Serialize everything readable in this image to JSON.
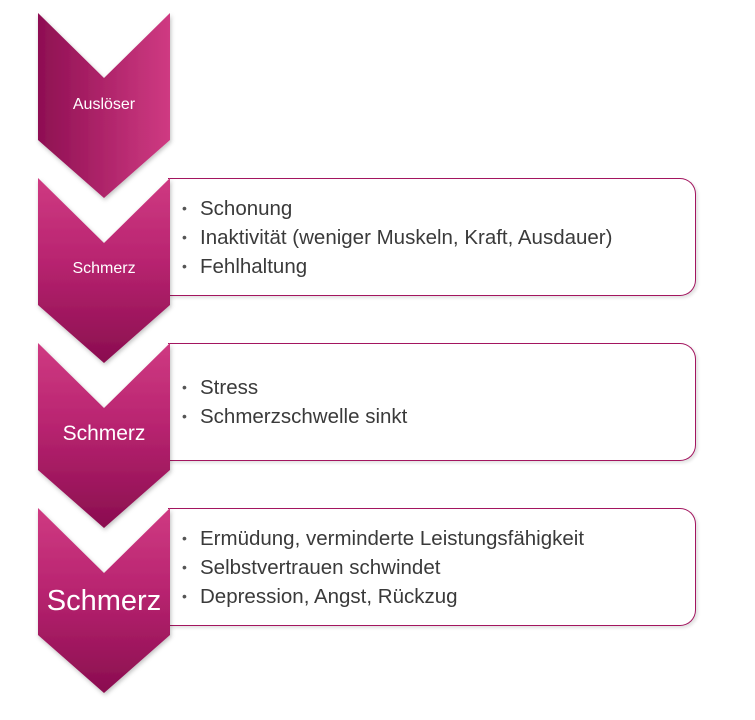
{
  "diagram": {
    "type": "vertical-chevron-process",
    "colors": {
      "chevron_light": "#cf3a82",
      "chevron_dark": "#8e0f52",
      "box_border": "#a3155f",
      "text": "#3a3a3a"
    },
    "steps": [
      {
        "label": "Auslöser",
        "items": []
      },
      {
        "label": "Schmerz",
        "items": [
          "Schonung",
          "Inaktivität (weniger Muskeln, Kraft, Ausdauer)",
          "Fehlhaltung"
        ]
      },
      {
        "label": "Schmerz",
        "items": [
          "Stress",
          "Schmerzschwelle sinkt"
        ]
      },
      {
        "label": "Schmerz",
        "items": [
          "Ermüdung, verminderte Leistungsfähigkeit",
          "Selbstvertrauen schwindet",
          "Depression, Angst, Rückzug"
        ]
      }
    ],
    "bullet": "•"
  }
}
